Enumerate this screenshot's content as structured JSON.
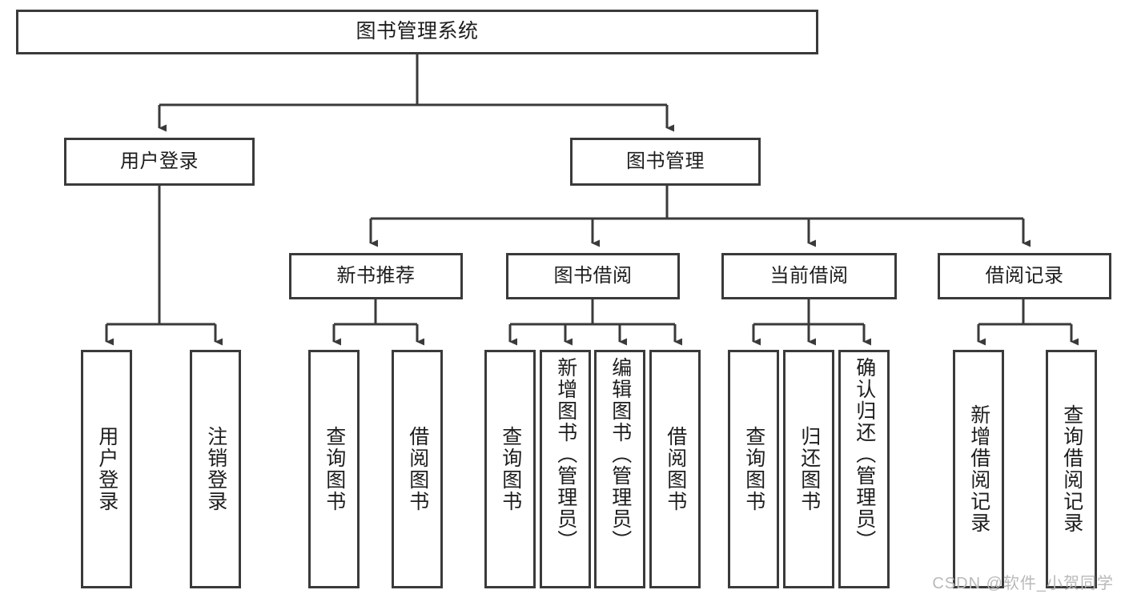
{
  "diagram": {
    "title": "图书管理系统",
    "type": "tree",
    "watermark": "CSDN @软件_小贺同学",
    "colors": {
      "stroke": "#3a3a3a",
      "fill": "#ffffff",
      "text": "#1d1d1d",
      "watermark": "#b9b9b9"
    },
    "levels": {
      "root": {
        "label": "图书管理系统"
      },
      "level2": [
        {
          "label": "用户登录"
        },
        {
          "label": "图书管理"
        }
      ],
      "level3": [
        {
          "label": "新书推荐"
        },
        {
          "label": "图书借阅"
        },
        {
          "label": "当前借阅"
        },
        {
          "label": "借阅记录"
        }
      ],
      "leaves": [
        {
          "label": "用户登录"
        },
        {
          "label": "注销登录"
        },
        {
          "label": "查询图书"
        },
        {
          "label": "借阅图书"
        },
        {
          "label": "查询图书"
        },
        {
          "label": "新增图书（管理员）"
        },
        {
          "label": "编辑图书（管理员）"
        },
        {
          "label": "借阅图书"
        },
        {
          "label": "查询图书"
        },
        {
          "label": "归还图书"
        },
        {
          "label": "确认归还（管理员）"
        },
        {
          "label": "新增借阅记录"
        },
        {
          "label": "查询借阅记录"
        }
      ]
    },
    "edges": [
      {
        "from": "图书管理系统",
        "to": "用户登录"
      },
      {
        "from": "图书管理系统",
        "to": "图书管理"
      },
      {
        "from": "用户登录",
        "to": "用户登录"
      },
      {
        "from": "用户登录",
        "to": "注销登录"
      },
      {
        "from": "图书管理",
        "to": "新书推荐"
      },
      {
        "from": "图书管理",
        "to": "图书借阅"
      },
      {
        "from": "图书管理",
        "to": "当前借阅"
      },
      {
        "from": "图书管理",
        "to": "借阅记录"
      },
      {
        "from": "新书推荐",
        "to": "查询图书"
      },
      {
        "from": "新书推荐",
        "to": "借阅图书"
      },
      {
        "from": "图书借阅",
        "to": "查询图书"
      },
      {
        "from": "图书借阅",
        "to": "新增图书（管理员）"
      },
      {
        "from": "图书借阅",
        "to": "编辑图书（管理员）"
      },
      {
        "from": "图书借阅",
        "to": "借阅图书"
      },
      {
        "from": "当前借阅",
        "to": "查询图书"
      },
      {
        "from": "当前借阅",
        "to": "归还图书"
      },
      {
        "from": "当前借阅",
        "to": "确认归还（管理员）"
      },
      {
        "from": "借阅记录",
        "to": "新增借阅记录"
      },
      {
        "from": "借阅记录",
        "to": "查询借阅记录"
      }
    ]
  }
}
